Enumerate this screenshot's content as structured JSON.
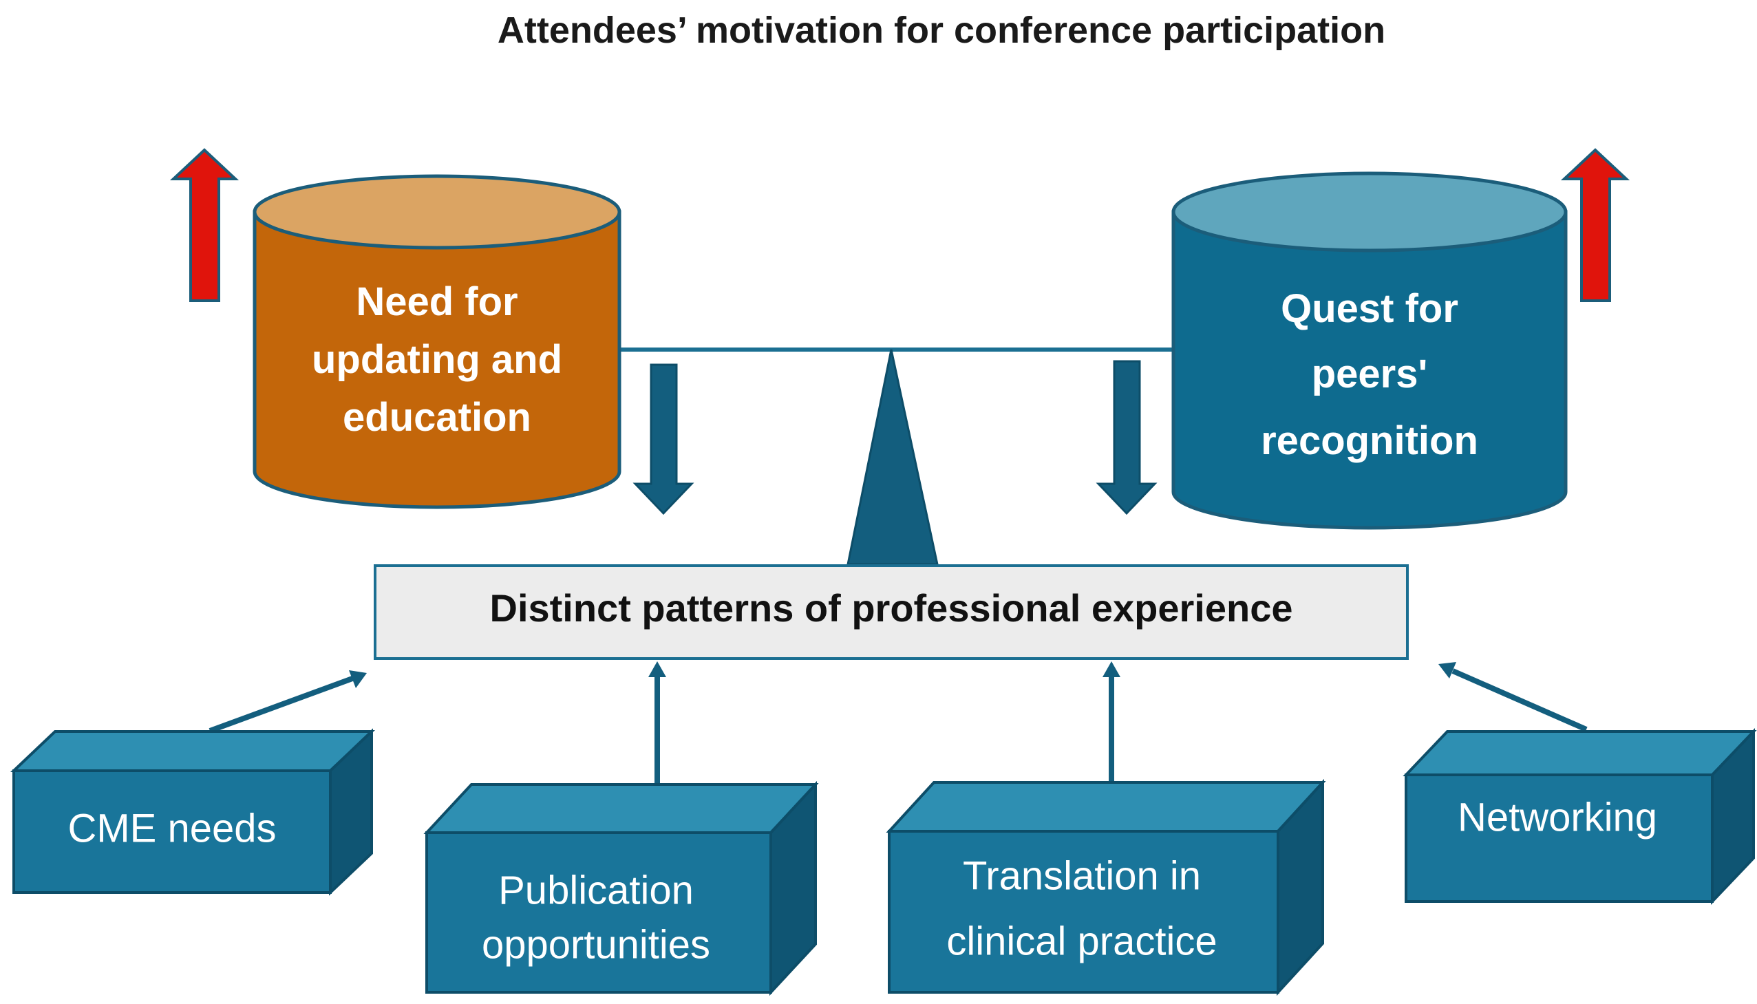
{
  "title": "Attendees’ motivation for conference participation",
  "left_cylinder": {
    "lines": [
      "Need for",
      "updating and",
      "education"
    ],
    "color": "#c3660a"
  },
  "right_cylinder": {
    "lines": [
      "Quest for",
      "peers'",
      "recognition"
    ],
    "color": "#0e6b8f"
  },
  "center_bar": {
    "label": "Distinct patterns of professional experience"
  },
  "factor_boxes": [
    {
      "lines": [
        "CME needs"
      ]
    },
    {
      "lines": [
        "Publication",
        "opportunities"
      ]
    },
    {
      "lines": [
        "Translation in",
        "clinical practice"
      ]
    },
    {
      "lines": [
        "Networking"
      ]
    }
  ],
  "colors": {
    "up_arrow": "#e0140c",
    "dark_blue": "#135e7e",
    "box_front": "#19759a",
    "box_top": "#2e8fb2",
    "box_side": "#0f5573",
    "bar_fill": "#ececec"
  }
}
